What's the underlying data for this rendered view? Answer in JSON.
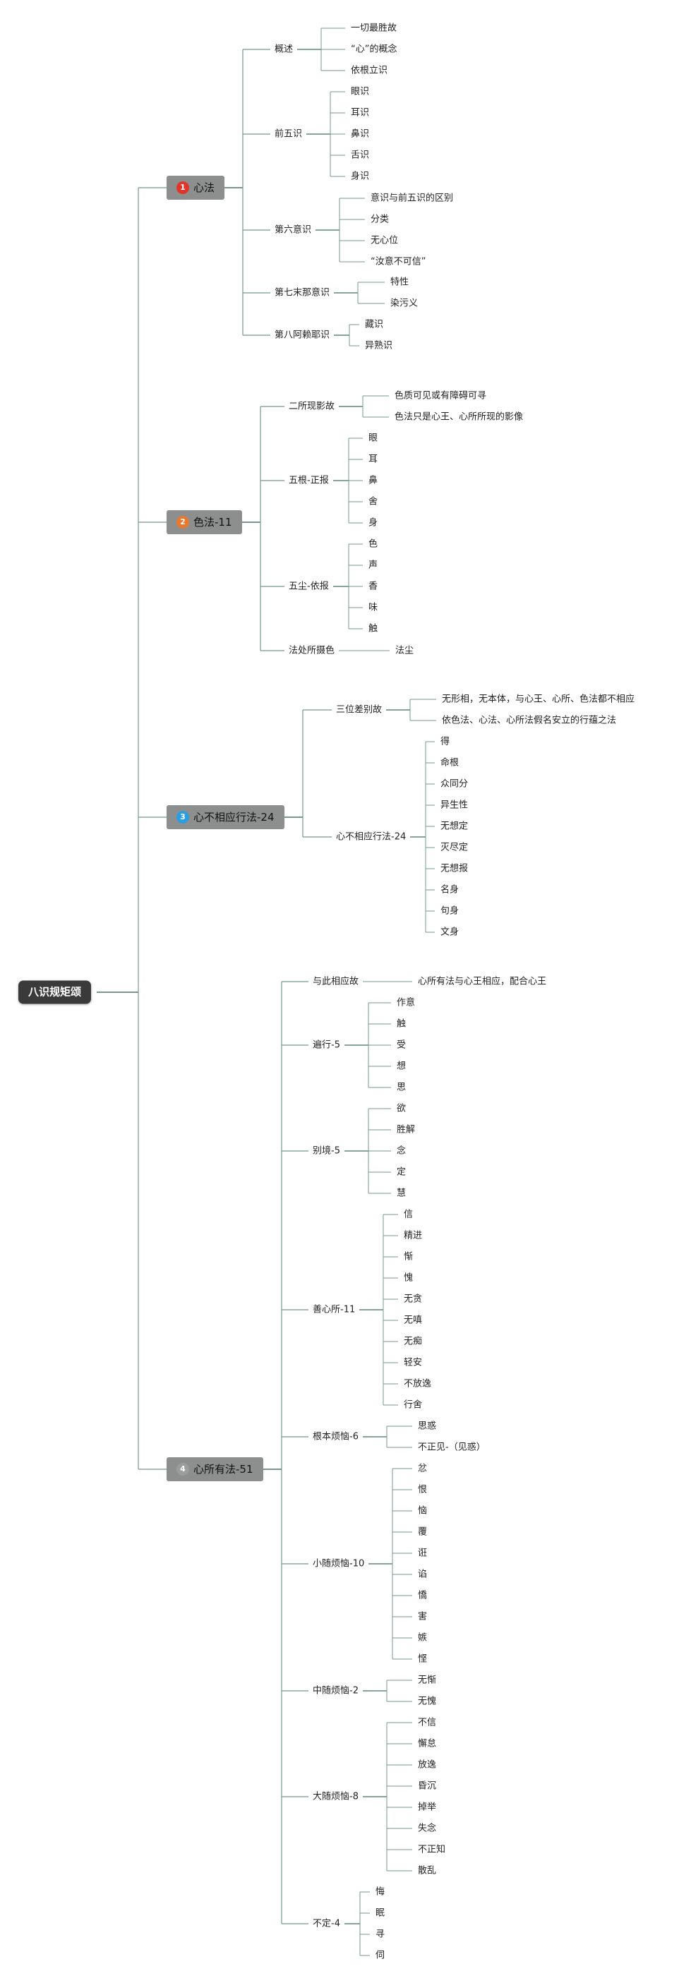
{
  "colors": {
    "line": "#76998b",
    "root_bg": "#3a3a3a",
    "main_bg": "#8c8f8e"
  },
  "root": {
    "label": "八识规矩颂"
  },
  "branches": [
    {
      "label": "心法",
      "badge": "1",
      "badge_color": "#e2352a",
      "children": [
        {
          "label": "概述",
          "children": [
            "一切最胜故",
            "“心”的概念",
            "依根立识"
          ]
        },
        {
          "label": "前五识",
          "children": [
            "眼识",
            "耳识",
            "鼻识",
            "舌识",
            "身识"
          ]
        },
        {
          "label": "第六意识",
          "children": [
            "意识与前五识的区别",
            "分类",
            "无心位",
            "“汝意不可信”"
          ]
        },
        {
          "label": "第七末那意识",
          "children": [
            "特性",
            "染污义"
          ]
        },
        {
          "label": "第八阿赖耶识",
          "children": [
            "藏识",
            "异熟识"
          ]
        }
      ]
    },
    {
      "label": "色法-11",
      "badge": "2",
      "badge_color": "#e8782f",
      "children": [
        {
          "label": "二所现影故",
          "children": [
            "色质可见或有障碍可寻",
            "色法只是心王、心所所现的影像"
          ]
        },
        {
          "label": "五根-正报",
          "children": [
            "眼",
            "耳",
            "鼻",
            "舍",
            "身"
          ]
        },
        {
          "label": "五尘-依报",
          "children": [
            "色",
            "声",
            "香",
            "味",
            "触"
          ]
        },
        {
          "label": "法处所摄色",
          "children": [
            "法尘"
          ]
        }
      ]
    },
    {
      "label": "心不相应行法-24",
      "badge": "3",
      "badge_color": "#2c9ee0",
      "children": [
        {
          "label": "三位差别故",
          "children": [
            "无形相，无本体，与心王、心所、色法都不相应",
            "依色法、心法、心所法假名安立的行蕴之法"
          ]
        },
        {
          "label": "心不相应行法-24",
          "children": [
            "得",
            "命根",
            "众同分",
            "异生性",
            "无想定",
            "灭尽定",
            "无想报",
            "名身",
            "句身",
            "文身"
          ]
        }
      ]
    },
    {
      "label": "心所有法-51",
      "badge": "4",
      "badge_color": "#9a9d9c",
      "children": [
        {
          "label": "与此相应故",
          "children": [
            "心所有法与心王相应，配合心王"
          ]
        },
        {
          "label": "遍行-5",
          "children": [
            "作意",
            "触",
            "受",
            "想",
            "思"
          ]
        },
        {
          "label": "别境-5",
          "children": [
            "欲",
            "胜解",
            "念",
            "定",
            "慧"
          ]
        },
        {
          "label": "善心所-11",
          "children": [
            "信",
            "精进",
            "惭",
            "愧",
            "无贪",
            "无嗔",
            "无痴",
            "轻安",
            "不放逸",
            "行舍"
          ]
        },
        {
          "label": "根本烦恼-6",
          "children": [
            "思惑",
            "不正见-（见惑）"
          ]
        },
        {
          "label": "小随烦恼-10",
          "children": [
            "忿",
            "恨",
            "恼",
            "覆",
            "诳",
            "谄",
            "憍",
            "害",
            "嫉",
            "悭"
          ]
        },
        {
          "label": "中随烦恼-2",
          "children": [
            "无惭",
            "无愧"
          ]
        },
        {
          "label": "大随烦恼-8",
          "children": [
            "不信",
            "懈怠",
            "放逸",
            "昏沉",
            "掉举",
            "失念",
            "不正知",
            "散乱"
          ]
        },
        {
          "label": "不定-4",
          "children": [
            "悔",
            "眠",
            "寻",
            "伺"
          ]
        }
      ]
    }
  ]
}
